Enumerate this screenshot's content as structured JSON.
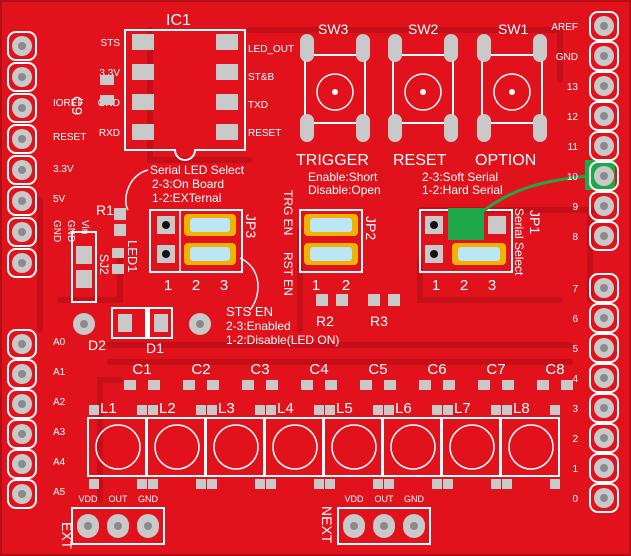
{
  "colors": {
    "board": "#e2121d",
    "board_edge": "#b30d16",
    "silk": "#ffffff",
    "pad": "#c9c9c9",
    "pad_dark": "#8a8a8a",
    "gold": "#f0b400",
    "mask_green": "#1fa84a",
    "hole": "#111111"
  },
  "labels": {
    "ic1": "IC1",
    "c9": "C9",
    "ic_left": [
      "STS",
      "3.3V",
      "GND",
      "RXD"
    ],
    "ic_right": [
      "LED_OUT",
      "ST&B",
      "TXD",
      "RESET"
    ],
    "sw3": "SW3",
    "sw2": "SW2",
    "sw1": "SW1",
    "trigger": "TRIGGER",
    "reset": "RESET",
    "option": "OPTION",
    "enable_short": "Enable:Short",
    "disable_open": "Disable:Open",
    "soft_serial": "2-3:Soft Serial",
    "hard_serial": "1-2:Hard Serial",
    "serial_led_select": "Serial LED Select",
    "on_board": "2-3:On Board",
    "external": "1-2:EXTernal",
    "jp3": "JP3",
    "jp2": "JP2",
    "jp1": "JP1",
    "serial_select": "Serial Select",
    "trg_en": "TRG EN",
    "rst_en": "RST EN",
    "r1": "R1",
    "r2": "R2",
    "r3": "R3",
    "led1": "LED1",
    "sj2": "SJ2",
    "d1": "D1",
    "d2": "D2",
    "sts_en": "STS EN",
    "sts_enabled": "2-3:Enabled",
    "sts_disabled": "1-2:Disable(LED ON)",
    "jp3_pins": [
      "1",
      "2",
      "3"
    ],
    "jp2_pins": [
      "1",
      "2"
    ],
    "jp1_pins": [
      "1",
      "2",
      "3"
    ],
    "left_header": [
      "IOREF",
      "RESET",
      "3.3V",
      "5V"
    ],
    "left_vertical": [
      "GND",
      "GND",
      "Vin"
    ],
    "analog": [
      "A0",
      "A1",
      "A2",
      "A3",
      "A4",
      "A5"
    ],
    "right_top": [
      "AREF",
      "GND",
      "13",
      "12",
      "11",
      "10",
      "9",
      "8"
    ],
    "right_bottom": [
      "7",
      "6",
      "5",
      "4",
      "3",
      "2",
      "1",
      "0"
    ],
    "caps": [
      "C1",
      "C2",
      "C3",
      "C4",
      "C5",
      "C6",
      "C7",
      "C8"
    ],
    "leds": [
      "L1",
      "L2",
      "L3",
      "L4",
      "L5",
      "L6",
      "L7",
      "L8"
    ],
    "ext_pins": [
      "VDD",
      "OUT",
      "GND"
    ],
    "next_pins": [
      "VDD",
      "OUT",
      "GND"
    ],
    "ext": "EXT",
    "next": "NEXT"
  }
}
